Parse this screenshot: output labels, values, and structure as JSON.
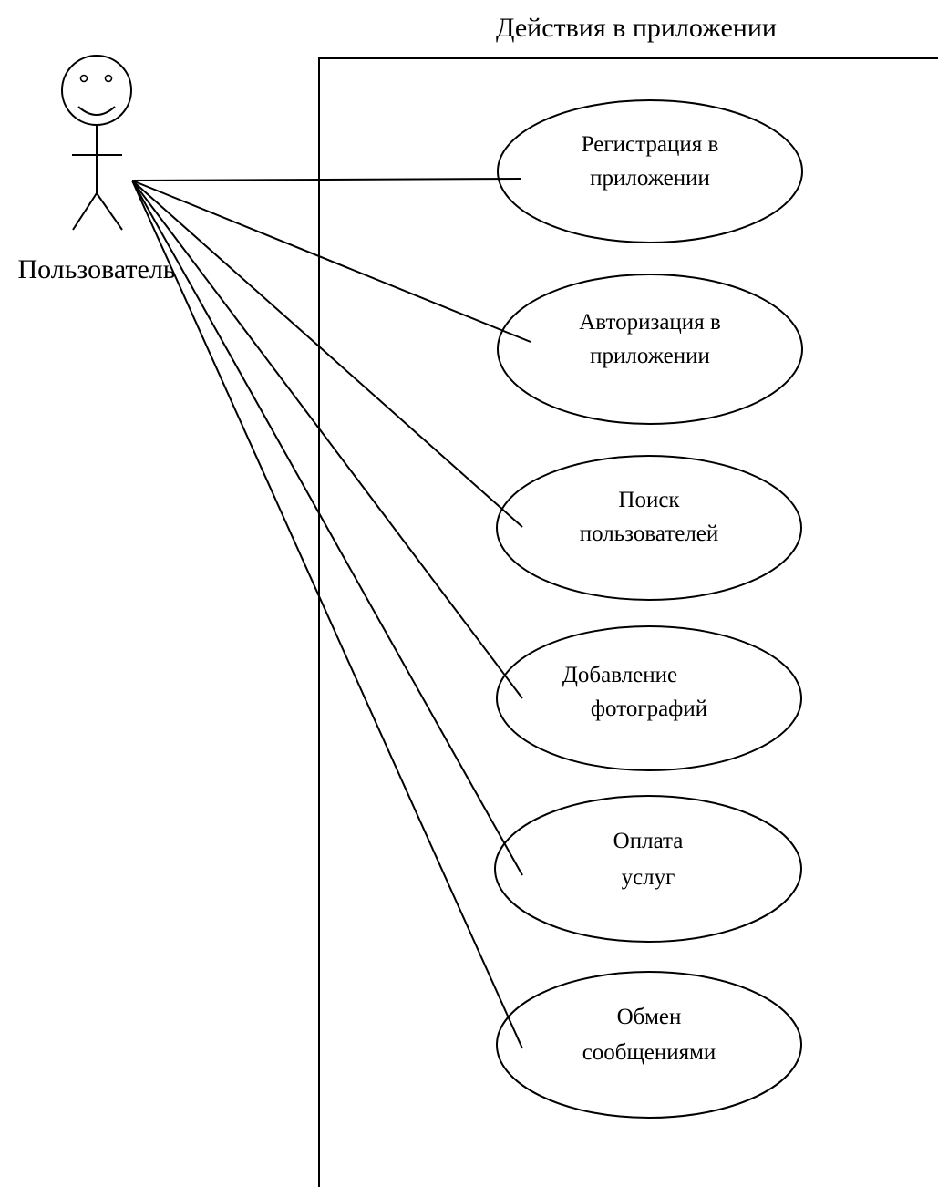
{
  "diagram": {
    "system_title": "Действия в приложении",
    "actor": {
      "name": "Пользователь"
    },
    "use_cases": [
      {
        "id": "registration",
        "lines": [
          "Регистрация в",
          "приложении"
        ]
      },
      {
        "id": "authorization",
        "lines": [
          "Авторизация в",
          "приложении"
        ]
      },
      {
        "id": "user-search",
        "lines": [
          "Поиск",
          "пользователей"
        ]
      },
      {
        "id": "add-photos",
        "lines": [
          "Добавление",
          "фотографий"
        ]
      },
      {
        "id": "payment",
        "lines": [
          "Оплата",
          "услуг"
        ]
      },
      {
        "id": "messaging",
        "lines": [
          "Обмен",
          "сообщениями"
        ]
      }
    ],
    "colors": {
      "stroke": "#000000",
      "background": "#ffffff"
    }
  }
}
